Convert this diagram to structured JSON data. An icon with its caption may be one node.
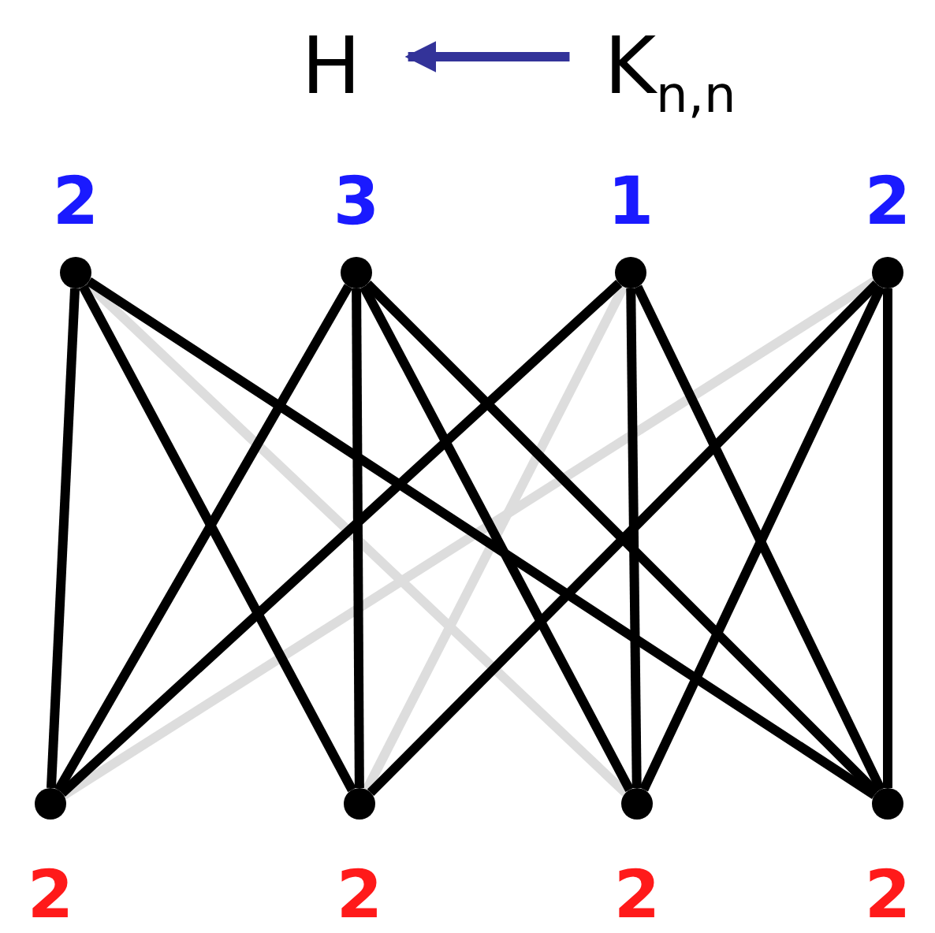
{
  "diagram": {
    "nodes": [
      {
        "text": [
          "H"
        ]
      },
      {
        "text": [
          "K$_{n,n}$"
        ]
      },
      {
        "text": [],
        "shape": "circle",
        "beside": [
          "2"
        ]
      },
      {
        "text": [],
        "shape": "circle",
        "beside": [
          "3"
        ]
      },
      {
        "text": [],
        "shape": "circle",
        "beside": [
          "1"
        ]
      },
      {
        "text": [],
        "shape": "circle",
        "beside": [
          "2"
        ]
      },
      {
        "text": [],
        "shape": "circle",
        "beside": [
          "2"
        ]
      },
      {
        "text": [],
        "shape": "circle",
        "beside": [
          "2"
        ]
      },
      {
        "text": [],
        "shape": "circle",
        "beside": [
          "2"
        ]
      },
      {
        "text": [],
        "shape": "circle",
        "beside": [
          "2"
        ]
      }
    ],
    "edges": [
      {
        "from": 1,
        "to": 0,
        "arrow": "to",
        "color": "#333399"
      },
      {
        "from": 2,
        "to": 6,
        "arrow": "none"
      },
      {
        "from": 2,
        "to": 7,
        "arrow": "none"
      },
      {
        "from": 2,
        "to": 8,
        "arrow": "none",
        "color": "#dddddd"
      },
      {
        "from": 2,
        "to": 9,
        "arrow": "none"
      },
      {
        "from": 3,
        "to": 6,
        "arrow": "none"
      },
      {
        "from": 3,
        "to": 7,
        "arrow": "none"
      },
      {
        "from": 3,
        "to": 8,
        "arrow": "none"
      },
      {
        "from": 3,
        "to": 9,
        "arrow": "none"
      },
      {
        "from": 4,
        "to": 6,
        "arrow": "none"
      },
      {
        "from": 4,
        "to": 7,
        "arrow": "none",
        "color": "#dddddd"
      },
      {
        "from": 4,
        "to": 8,
        "arrow": "none"
      },
      {
        "from": 4,
        "to": 9,
        "arrow": "none"
      },
      {
        "from": 5,
        "to": 6,
        "arrow": "none",
        "color": "#dddddd"
      },
      {
        "from": 5,
        "to": 7,
        "arrow": "none"
      },
      {
        "from": 5,
        "to": 8,
        "arrow": "none"
      },
      {
        "from": 5,
        "to": 9,
        "arrow": "none"
      }
    ]
  }
}
